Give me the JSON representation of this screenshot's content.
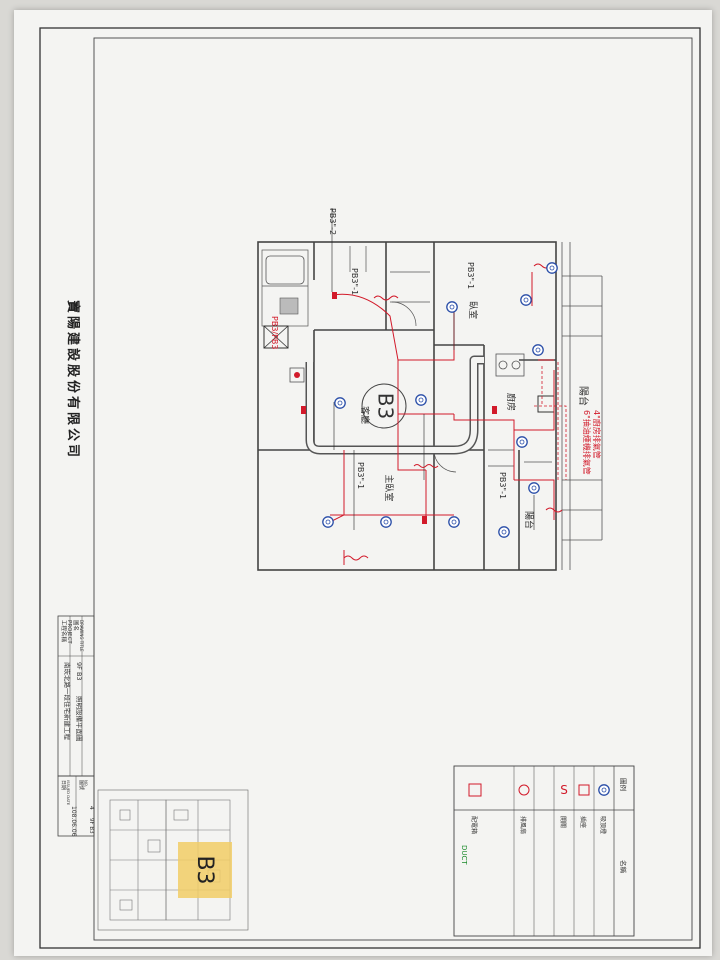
{
  "company": "寶陽建設股份有限公司",
  "unit_label": "B3",
  "key_plan_label": "B3",
  "rooms": {
    "bedroom": "臥室",
    "living": "客廳",
    "kitchen": "廚房",
    "master": "主臥室",
    "balcony": "陽台",
    "balcony_side": "陽台"
  },
  "tags": [
    "PB3\"-2",
    "PB3\"-1",
    "PB3\"-1",
    "PB3\"-1",
    "PB3\"-1",
    "PB3/PB3"
  ],
  "drain_notes": [
    "4\"廚房排氣管",
    "6\"抽油煙機排氣管"
  ],
  "titleblock": {
    "project_label": "工程名稱",
    "project_label_en": "PROJECT",
    "project_name": "南崁北路一段住宅新建工程",
    "drawing_label": "圖名",
    "drawing_label_en": "DRAWING TITLE",
    "drawing_no": "9F B3",
    "drawing_title": "照明設備平面圖",
    "date_label": "日期",
    "date_label_en": "ISSUED DATE",
    "date": "108.06.06",
    "sheet_label": "圖號",
    "sheet_label_en": "NO.",
    "sheet": "4",
    "sheet_code": "9F B3"
  },
  "legend": {
    "header_symbol": "圖例",
    "header_name": "名稱",
    "items": [
      {
        "icon": "ceiling-light-icon",
        "name": "吸頂燈"
      },
      {
        "icon": "outlet-icon",
        "name": "插座"
      },
      {
        "icon": "switch-icon",
        "name": "開關"
      },
      {
        "icon": "fan-icon",
        "name": "排風扇"
      },
      {
        "icon": "panel-icon",
        "name": "配電箱"
      }
    ]
  },
  "colors": {
    "linework": "#333333",
    "circuit": "#d21a2a",
    "symbol": "#2a4ea8",
    "accent_green": "#1a8a2a",
    "keyplan_highlight": "#f1cd66"
  }
}
